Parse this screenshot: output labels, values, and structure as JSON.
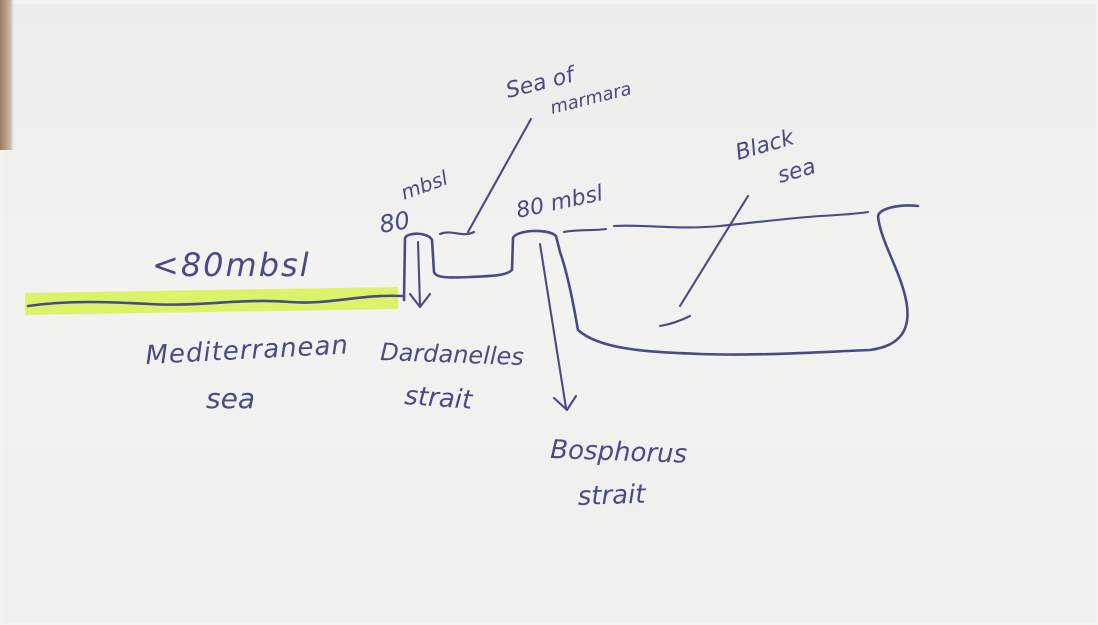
{
  "labels": {
    "sea_of_marmara_line1": "Sea of",
    "sea_of_marmara_line2": "marmara",
    "black_sea_line1": "Black",
    "black_sea_line2": "sea",
    "left_depth_80": "80",
    "left_depth_mbsl": "mbsl",
    "right_depth": "80 mbsl",
    "mediterranean_depth": "<80mbsl",
    "mediterranean_line1": "Mediterranean",
    "mediterranean_line2": "sea",
    "dardanelles_line1": "Dardanelles",
    "dardanelles_line2": "strait",
    "bosphorus_line1": "Bosphorus",
    "bosphorus_line2": "strait"
  },
  "colors": {
    "ink": "#4a4a86",
    "highlighter": "#d9f25a",
    "paper": "#efefed"
  }
}
